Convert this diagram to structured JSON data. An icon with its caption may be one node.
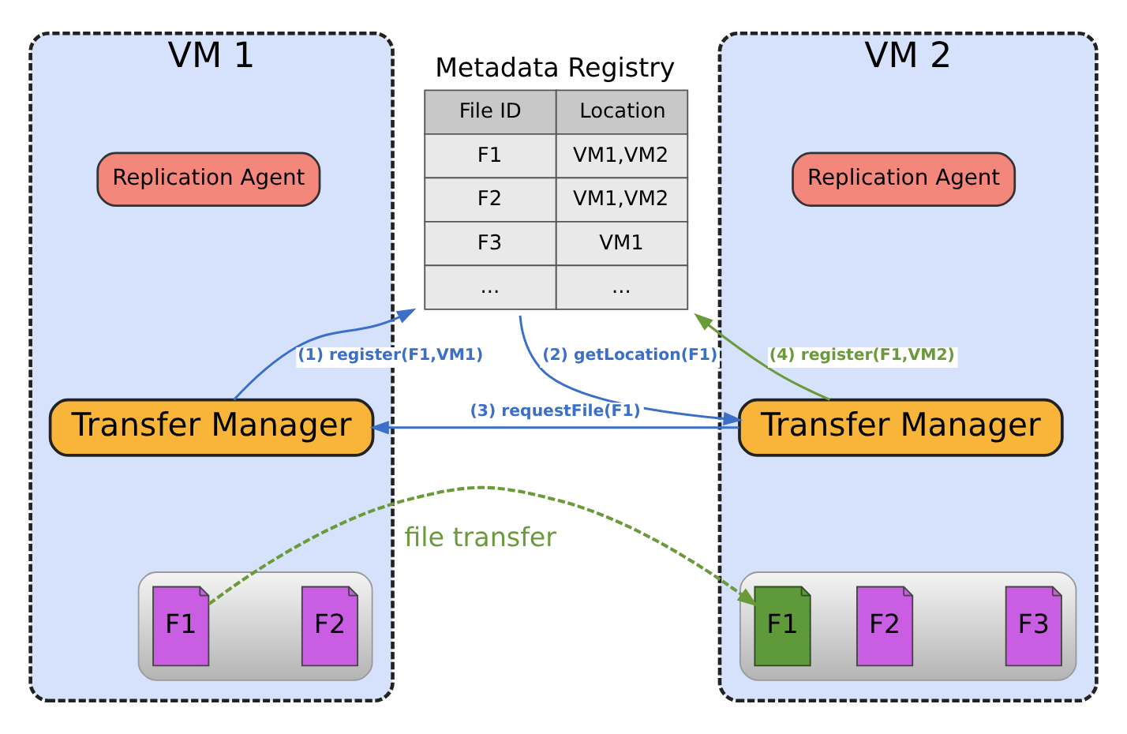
{
  "diagram": {
    "nodes": [
      {
        "text": [
          "VM 1"
        ]
      },
      {
        "text": [
          "Replication Agent"
        ],
        "in": 0
      },
      {
        "text": [
          "Transfer Manager"
        ],
        "in": 0
      },
      {
        "text": [],
        "shape": "cylinder",
        "in": 0
      },
      {
        "text": [
          "F1"
        ],
        "in": 3
      },
      {
        "text": [
          "F2"
        ],
        "in": 3
      },
      {
        "text": [
          "Metadata Registry",
          "File ID",
          "Location",
          "F1",
          "VM1,VM2",
          "F2",
          "VM1,VM2",
          "F3",
          "VM1",
          "...",
          "..."
        ]
      },
      {
        "text": [
          "VM 2"
        ]
      },
      {
        "text": [
          "Replication Agent"
        ],
        "in": 7
      },
      {
        "text": [
          "Transfer Manager"
        ],
        "in": 7
      },
      {
        "text": [],
        "shape": "cylinder",
        "in": 7
      },
      {
        "text": [
          "F1"
        ],
        "in": 10
      },
      {
        "text": [
          "F2"
        ],
        "in": 10
      },
      {
        "text": [
          "F3"
        ],
        "in": 10
      }
    ],
    "edges": [
      {
        "from": 2,
        "to": 6,
        "arrow": "to",
        "label": "(1) register(F1,VM1)"
      },
      {
        "from": 6,
        "to": 9,
        "arrow": "to",
        "label": "(2) getLocation(F1)"
      },
      {
        "from": 9,
        "to": 2,
        "arrow": "to",
        "label": "(3) requestFile(F1)"
      },
      {
        "from": 9,
        "to": 6,
        "arrow": "to",
        "label": "(4) register(F1,VM2)",
        "color": "#6a9a3a"
      },
      {
        "from": 4,
        "to": 11,
        "arrow": "to",
        "label": "file transfer",
        "style": "dashed",
        "color": "#6a9a3a"
      }
    ]
  }
}
